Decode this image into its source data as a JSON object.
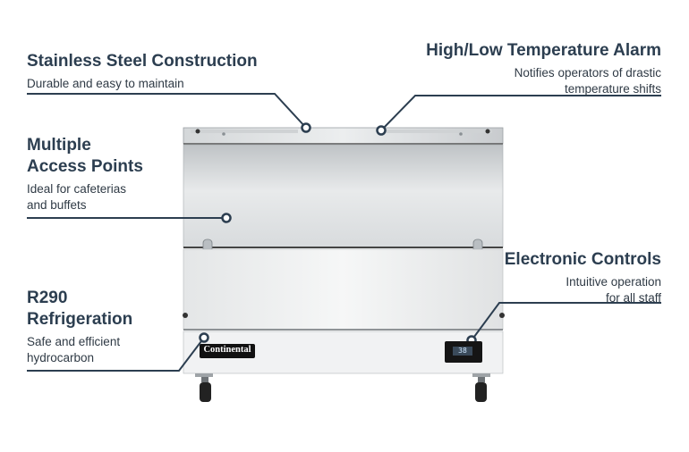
{
  "callouts": {
    "stainless": {
      "title": "Stainless Steel Construction",
      "desc": "Durable and easy to maintain"
    },
    "alarm": {
      "title": "High/Low Temperature Alarm",
      "desc_line1": "Notifies operators of drastic",
      "desc_line2": "temperature shifts"
    },
    "access": {
      "title_line1": "Multiple",
      "title_line2": "Access Points",
      "desc_line1": "Ideal for cafeterias",
      "desc_line2": "and buffets"
    },
    "controls": {
      "title": "Electronic Controls",
      "desc_line1": "Intuitive operation",
      "desc_line2": "for all staff"
    },
    "refrigeration": {
      "title_line1": "R290",
      "title_line2": "Refrigeration",
      "desc_line1": "Safe and efficient",
      "desc_line2": "hydrocarbon"
    }
  },
  "product": {
    "brand": "Continental",
    "display_reading": "38"
  },
  "colors": {
    "heading": "#2c3e50",
    "leader_line": "#2c3e50",
    "steel_light": "#e9ebec",
    "steel_mid": "#c9cdd0"
  }
}
